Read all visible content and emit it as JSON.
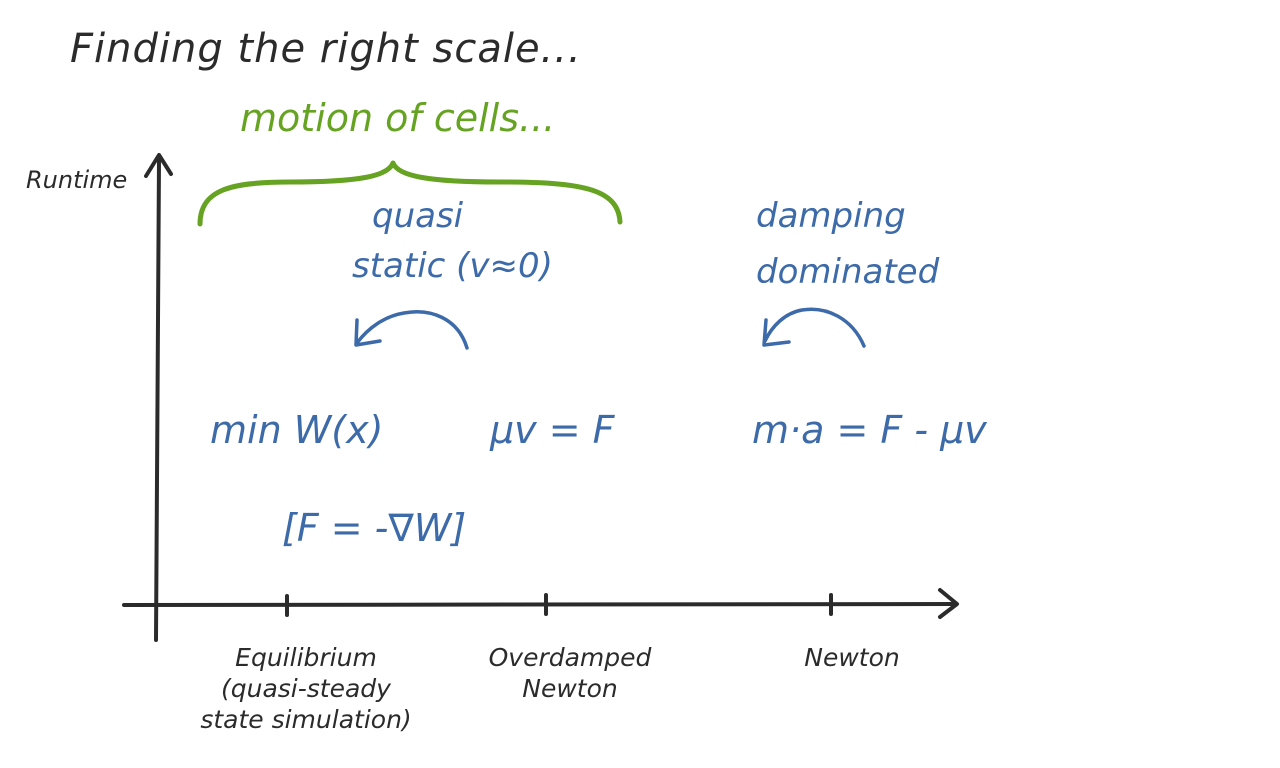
{
  "title": "Finding the right scale...",
  "subtitle": "motion of cells...",
  "y_axis_label": "Runtime",
  "annotations": {
    "quasi_static": [
      "quasi",
      "static (v≈0)"
    ],
    "damping": [
      "damping",
      "dominated"
    ]
  },
  "equations": {
    "equilibrium": "min W(x)",
    "equilibrium_force": "[F = -∇W]",
    "overdamped": "μv = F",
    "newton": "m·a = F - μv"
  },
  "x_ticks": [
    {
      "lines": [
        "Equilibrium",
        "(quasi-steady",
        "state simulation)"
      ]
    },
    {
      "lines": [
        "Overdamped",
        "Newton"
      ]
    },
    {
      "lines": [
        "Newton"
      ]
    }
  ],
  "colors": {
    "ink": "#2b2b2b",
    "green": "#66a322",
    "blue": "#3d6aa8"
  }
}
